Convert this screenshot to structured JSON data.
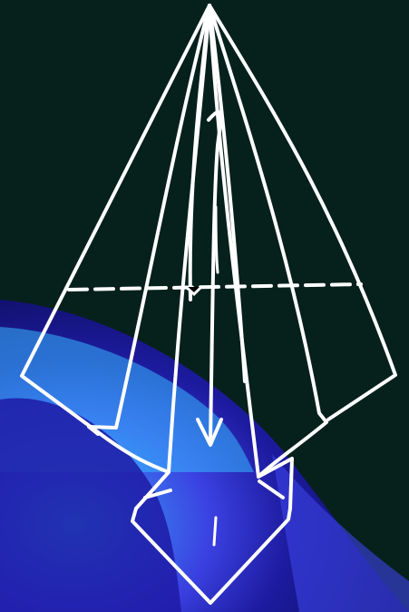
{
  "diagram": {
    "kind": "origami-fold-instruction",
    "steps": [
      {
        "action": "fold-down",
        "fold_line": "dashed-horizontal-valley",
        "arrow": "downward"
      }
    ]
  },
  "colors": {
    "background_dark": "#06201c",
    "glow_cyan": "#38c8ff",
    "glow_blue": "#3a45e6",
    "glow_deep": "#1c1a9a",
    "line_white": "#ffffff"
  },
  "icons": {
    "fold_arrow": "arrow-down-icon",
    "fold_line": "dashed-line"
  }
}
